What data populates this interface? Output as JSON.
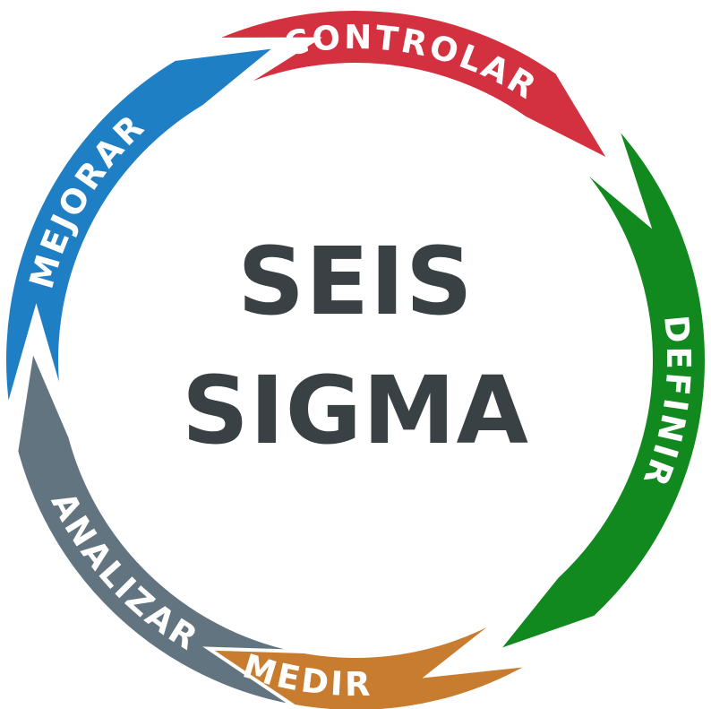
{
  "center": {
    "line1": "SEIS",
    "line2": "SIGMA"
  },
  "segments": [
    {
      "key": "controlar",
      "label": "CONTROLAR",
      "color": "#d43140"
    },
    {
      "key": "definir",
      "label": "DEFINIR",
      "color": "#12891f"
    },
    {
      "key": "medir",
      "label": "MEDIR",
      "color": "#c87c2f"
    },
    {
      "key": "analizar",
      "label": "ANALIZAR",
      "color": "#627480"
    },
    {
      "key": "mejorar",
      "label": "MEJORAR",
      "color": "#1f7fc5"
    }
  ]
}
